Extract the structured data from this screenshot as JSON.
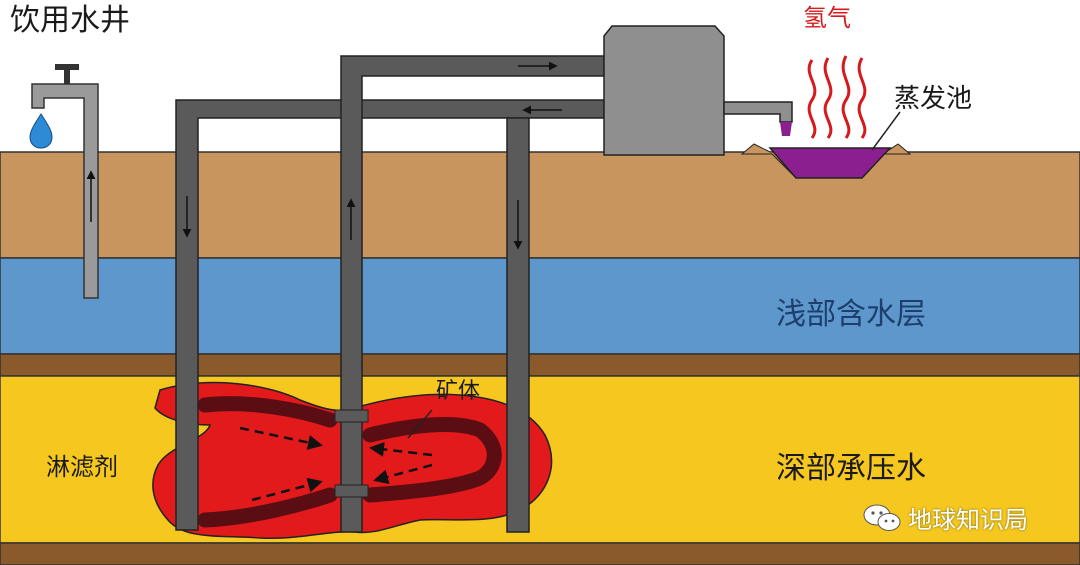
{
  "labels": {
    "drinking_well": "饮用水井",
    "hydrogen": "氢气",
    "evaporation_pond": "蒸发池",
    "shallow_aquifer": "浅部含水层",
    "orebody": "矿体",
    "leaching_agent": "淋滤剂",
    "deep_confined_water": "深部承压水"
  },
  "watermark": {
    "text": "地球知识局",
    "icon": "wechat-icon"
  },
  "colors": {
    "soil": "#c8955e",
    "shallow_aquifer": "#5d97cc",
    "clay_layer": "#8a5a2b",
    "deep_layer": "#f5c71f",
    "pipe": "#5a5a5a",
    "ore_zone": "#e31a1c",
    "ore_vein": "#5a0d12",
    "pump_house": "#8f8f8f",
    "pond_liquid": "#8b1f8f",
    "water_drop": "#2f8ad6",
    "gas_lines": "#d7191c"
  }
}
